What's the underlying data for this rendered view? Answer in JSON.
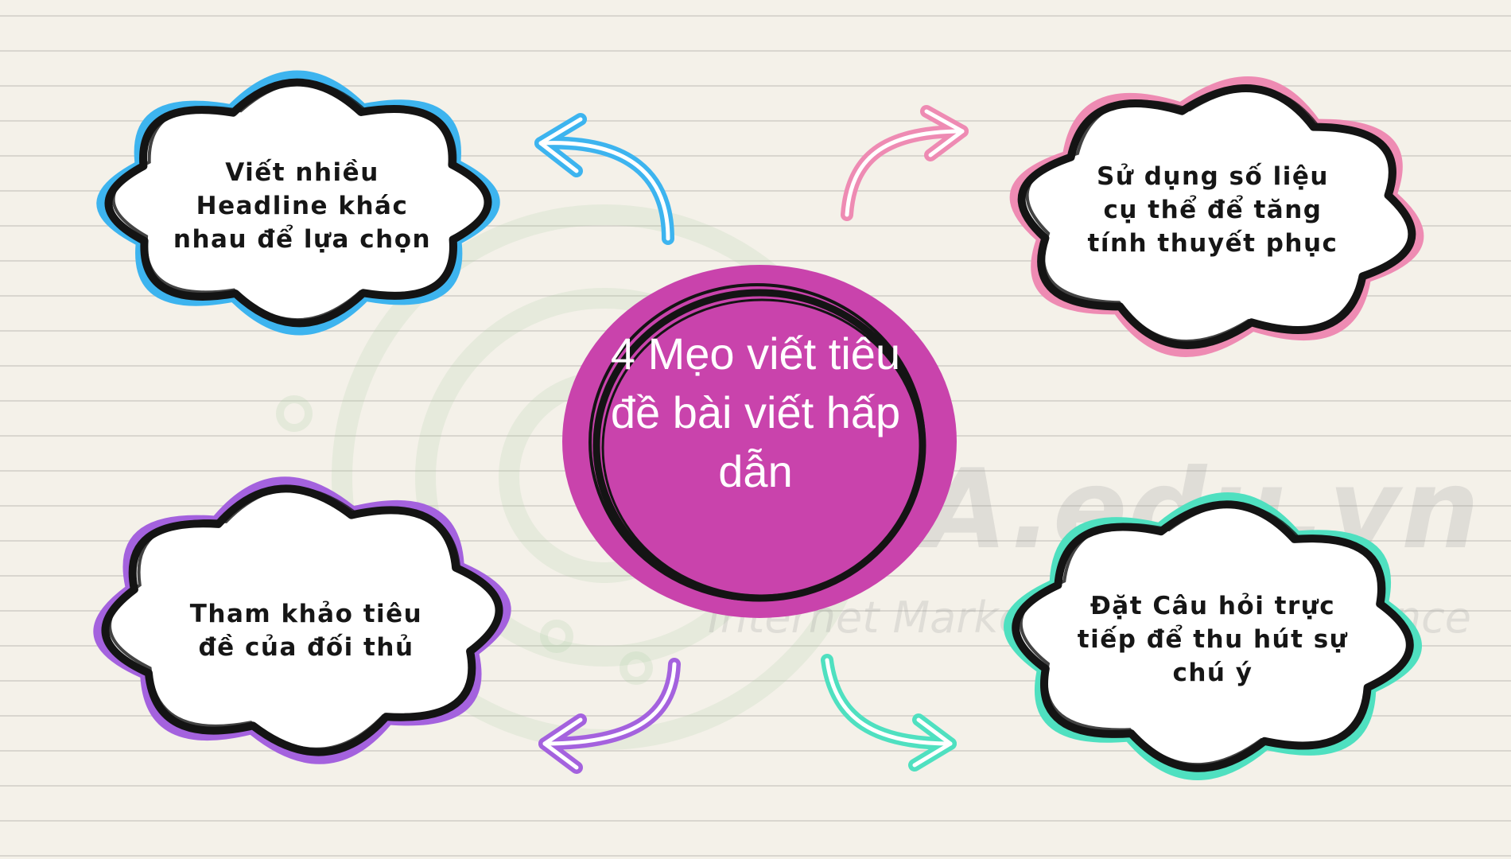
{
  "center": {
    "title": "4 Mẹo viết tiêu đề bài viết hấp dẫn",
    "color": "#c943ac"
  },
  "tips": [
    {
      "text": "Viết nhiều Headline khác nhau để lựa chọn",
      "color": "#3db4ef"
    },
    {
      "text": "Sử dụng số liệu cụ thể để tăng tính thuyết phục",
      "color": "#ee8bb3"
    },
    {
      "text": "Tham khảo tiêu đề của đối thủ",
      "color": "#a462de"
    },
    {
      "text": "Đặt Câu hỏi trực tiếp để thu hút sự chú ý",
      "color": "#4fe0c0"
    }
  ],
  "watermark": {
    "logo_text": "IMTA.edu.vn",
    "tagline": "Internet Marketing Target Audience"
  }
}
